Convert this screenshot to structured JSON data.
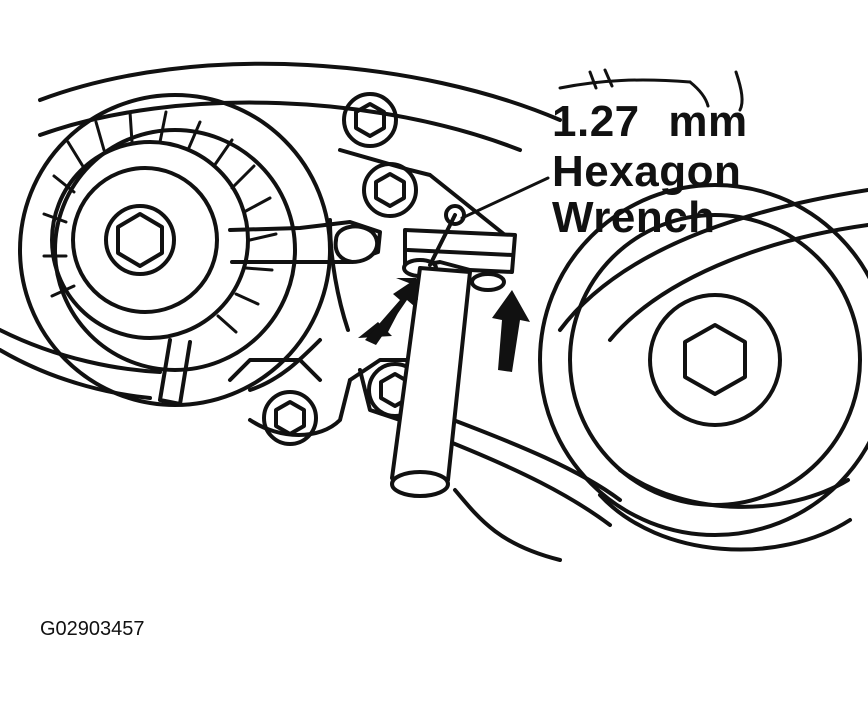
{
  "callout": {
    "line1": "1.27 mm",
    "line2": "Hexagon",
    "line3": "Wrench"
  },
  "figure_id": "G02903457",
  "colors": {
    "ink": "#111111",
    "paper": "#ffffff"
  },
  "icons": {
    "pointer": "arrow-icon",
    "bolt": "hex-bolt-icon"
  }
}
